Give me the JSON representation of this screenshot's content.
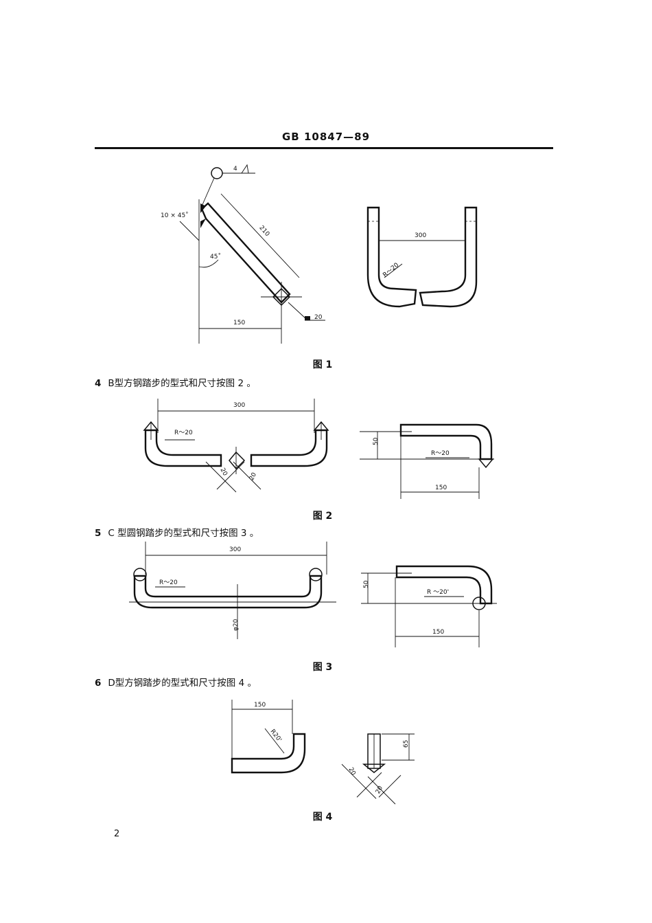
{
  "header": {
    "standard": "GB 10847—89"
  },
  "figures": {
    "fig1": {
      "caption": "图 1",
      "labels": {
        "weld_size": "4",
        "chamfer": "10 × 45˚",
        "angle": "45˚",
        "length": "210",
        "horizontal": "150",
        "section": "20",
        "span": "300",
        "radius": "R～20"
      }
    },
    "fig2": {
      "caption": "图 2",
      "labels": {
        "span": "300",
        "radius": "R～20",
        "sect_a": "20",
        "sect_b": "20",
        "height": "50",
        "radius_side": "R～20",
        "depth": "150"
      }
    },
    "fig3": {
      "caption": "图 3",
      "labels": {
        "span": "300",
        "radius": "R～20",
        "diameter": "φ20",
        "height": "50",
        "radius_side": "R ～20'",
        "depth": "150"
      }
    },
    "fig4": {
      "caption": "图 4",
      "labels": {
        "width": "150",
        "radius": "R20'",
        "height": "65",
        "sect_a": "20",
        "sect_b": "20"
      }
    }
  },
  "paragraphs": [
    {
      "num": "4",
      "text": "B型方钢踏步的型式和尺寸按图 2 。"
    },
    {
      "num": "5",
      "text": "C 型圆钢踏步的型式和尺寸按图 3 。"
    },
    {
      "num": "6",
      "text": "D型方钢踏步的型式和尺寸按图 4 。"
    }
  ],
  "page_number": "2"
}
